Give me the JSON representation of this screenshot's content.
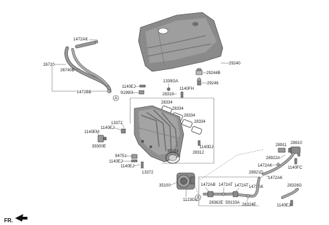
{
  "labels": {
    "p1472AK_top": "1472AK",
    "p26720": "26720",
    "p26740B": "26740B",
    "p1472BB": "1472BB",
    "p29240": "29240",
    "p29244B": "29244B",
    "p29246": "29246",
    "p1339GA": "1339GA",
    "p28310": "28310",
    "p1140FH": "1140FH",
    "p1140EJ_a": "1140EJ",
    "p91990I": "91990I",
    "p28334_a": "28334",
    "p28334_b": "28334",
    "p28334_c": "28334",
    "p28334_d": "28334",
    "p13372_a": "13372",
    "p1140EJ_b": "1140EJ",
    "p1140EM": "1140EM",
    "p39300E": "39300E",
    "p1140DJ": "1140DJ",
    "p28312": "28312",
    "p35101": "35101",
    "p94751": "94751",
    "p1140EJ_c": "1140EJ",
    "p1140EJ_d": "1140EJ",
    "p13372_b": "13372",
    "p35100": "35100",
    "p1123GE": "1123GE",
    "p28911": "28911",
    "p28910": "28910",
    "p28922A": "28922A",
    "p1472AK_m1": "1472AK",
    "p28921D": "28921D",
    "p1140FC": "1140FC",
    "p1472AK_m2": "1472AK",
    "p1472AB": "1472AB",
    "p1472AT_a": "1472AT",
    "p1472AT_b": "1472AT",
    "p1472AK_m3": "1472AK",
    "p28326G": "28326G",
    "p28362E": "28362E",
    "p59133A": "59133A",
    "p28324E": "28324E",
    "p1140EJ_e": "1140EJ",
    "callout_a1": "A",
    "callout_a2": "A",
    "fr": "FR."
  }
}
